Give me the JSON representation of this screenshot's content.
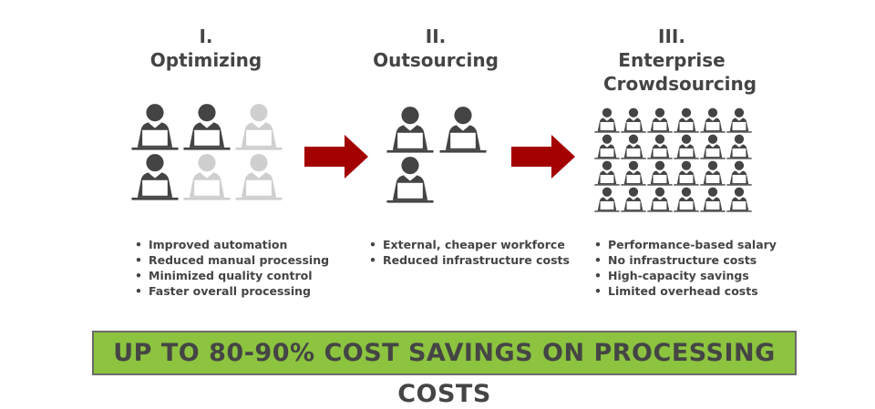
{
  "colors": {
    "dark": "#444444",
    "light": "#cfcfcf",
    "arrow": "#a30000",
    "banner": "#8cc43f"
  },
  "sections": [
    {
      "numeral": "I.",
      "name": "Optimizing",
      "icons": [
        "dark",
        "dark",
        "light",
        "dark",
        "light",
        "light"
      ],
      "bullets": [
        "Improved automation",
        "Reduced manual processing",
        "Minimized quality control",
        "Faster overall processing"
      ]
    },
    {
      "numeral": "II.",
      "name": "Outsourcing",
      "icons": [
        "dark",
        "dark",
        "dark"
      ],
      "bullets": [
        "External, cheaper workforce",
        "Reduced infrastructure costs"
      ]
    },
    {
      "numeral": "III.",
      "name": "Enterprise Crowdsourcing",
      "icons_count": 24,
      "bullets": [
        "Performance-based salary",
        "No infrastructure costs",
        "High-capacity savings",
        "Limited overhead costs"
      ]
    }
  ],
  "banner": "UP TO 80-90% COST SAVINGS ON PROCESSING COSTS"
}
